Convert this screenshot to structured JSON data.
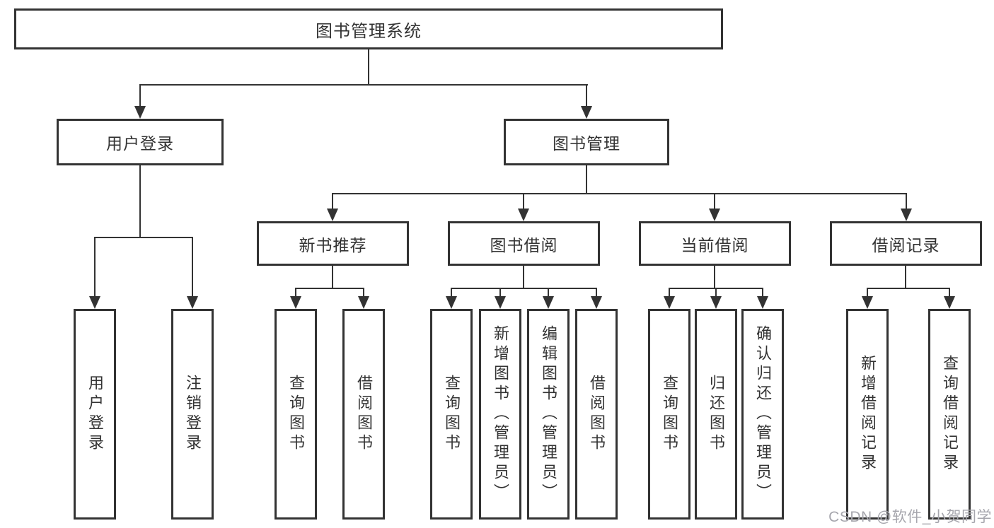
{
  "tree": {
    "root": {
      "label": "图书管理系统",
      "children": [
        {
          "label": "用户登录",
          "children": [
            {
              "label": "用户登录"
            },
            {
              "label": "注销登录"
            }
          ]
        },
        {
          "label": "图书管理",
          "children": [
            {
              "label": "新书推荐",
              "children": [
                {
                  "label": "查询图书"
                },
                {
                  "label": "借阅图书"
                }
              ]
            },
            {
              "label": "图书借阅",
              "children": [
                {
                  "label": "查询图书"
                },
                {
                  "label": "新增图书（管理员）"
                },
                {
                  "label": "编辑图书（管理员）"
                },
                {
                  "label": "借阅图书"
                }
              ]
            },
            {
              "label": "当前借阅",
              "children": [
                {
                  "label": "查询图书"
                },
                {
                  "label": "归还图书"
                },
                {
                  "label": "确认归还（管理员）"
                }
              ]
            },
            {
              "label": "借阅记录",
              "children": [
                {
                  "label": "新增借阅记录"
                },
                {
                  "label": "查询借阅记录"
                }
              ]
            }
          ]
        }
      ]
    }
  },
  "watermark": {
    "text": "CSDN @软件_小贺同学"
  },
  "colors": {
    "line": "#333333",
    "text": "#333333",
    "background": "#ffffff",
    "watermark": "#a6a6ad"
  }
}
